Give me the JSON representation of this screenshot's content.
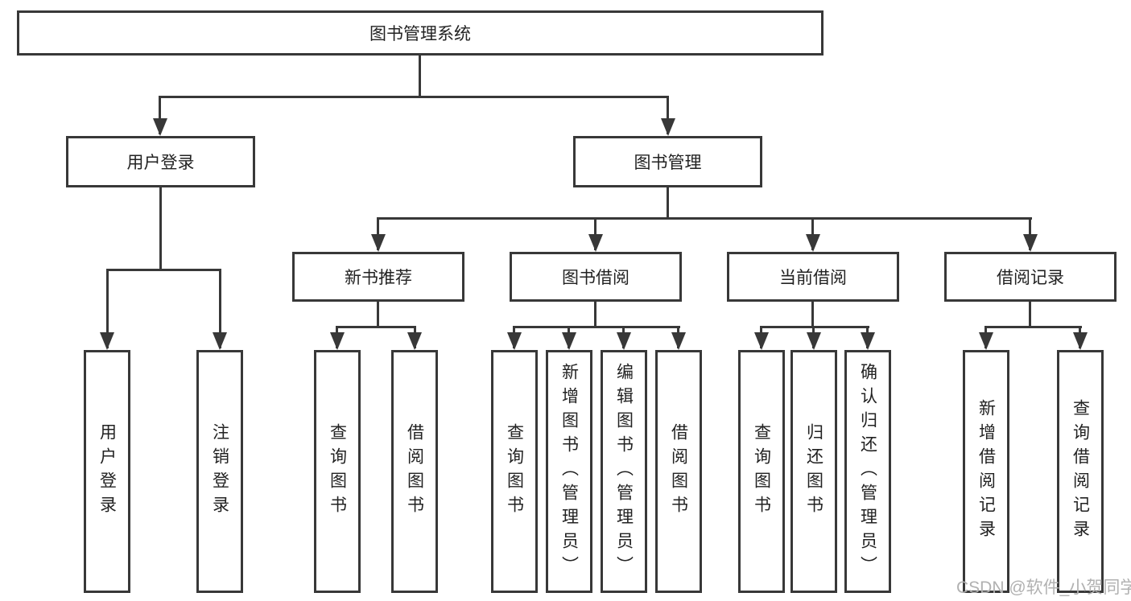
{
  "diagram": {
    "root": {
      "label": "图书管理系统"
    },
    "level2": [
      {
        "label": "用户登录"
      },
      {
        "label": "图书管理"
      }
    ],
    "level3": [
      {
        "label": "新书推荐"
      },
      {
        "label": "图书借阅"
      },
      {
        "label": "当前借阅"
      },
      {
        "label": "借阅记录"
      }
    ],
    "leaves": {
      "user_login": [
        {
          "label": "用户登录"
        },
        {
          "label": "注销登录"
        }
      ],
      "new_book": [
        {
          "label": "查询图书"
        },
        {
          "label": "借阅图书"
        }
      ],
      "book_borrow": [
        {
          "label": "查询图书"
        },
        {
          "label": "新增图书（管理员）"
        },
        {
          "label": "编辑图书（管理员）"
        },
        {
          "label": "借阅图书"
        }
      ],
      "current_borrow": [
        {
          "label": "查询图书"
        },
        {
          "label": "归还图书"
        },
        {
          "label": "确认归还（管理员）"
        }
      ],
      "borrow_record": [
        {
          "label": "新增借阅记录"
        },
        {
          "label": "查询借阅记录"
        }
      ]
    },
    "watermark": "CSDN @软件_小贺同学",
    "colors": {
      "line": "#383838",
      "text": "#222222",
      "watermark": "#b1b1b1",
      "background": "#ffffff"
    }
  }
}
